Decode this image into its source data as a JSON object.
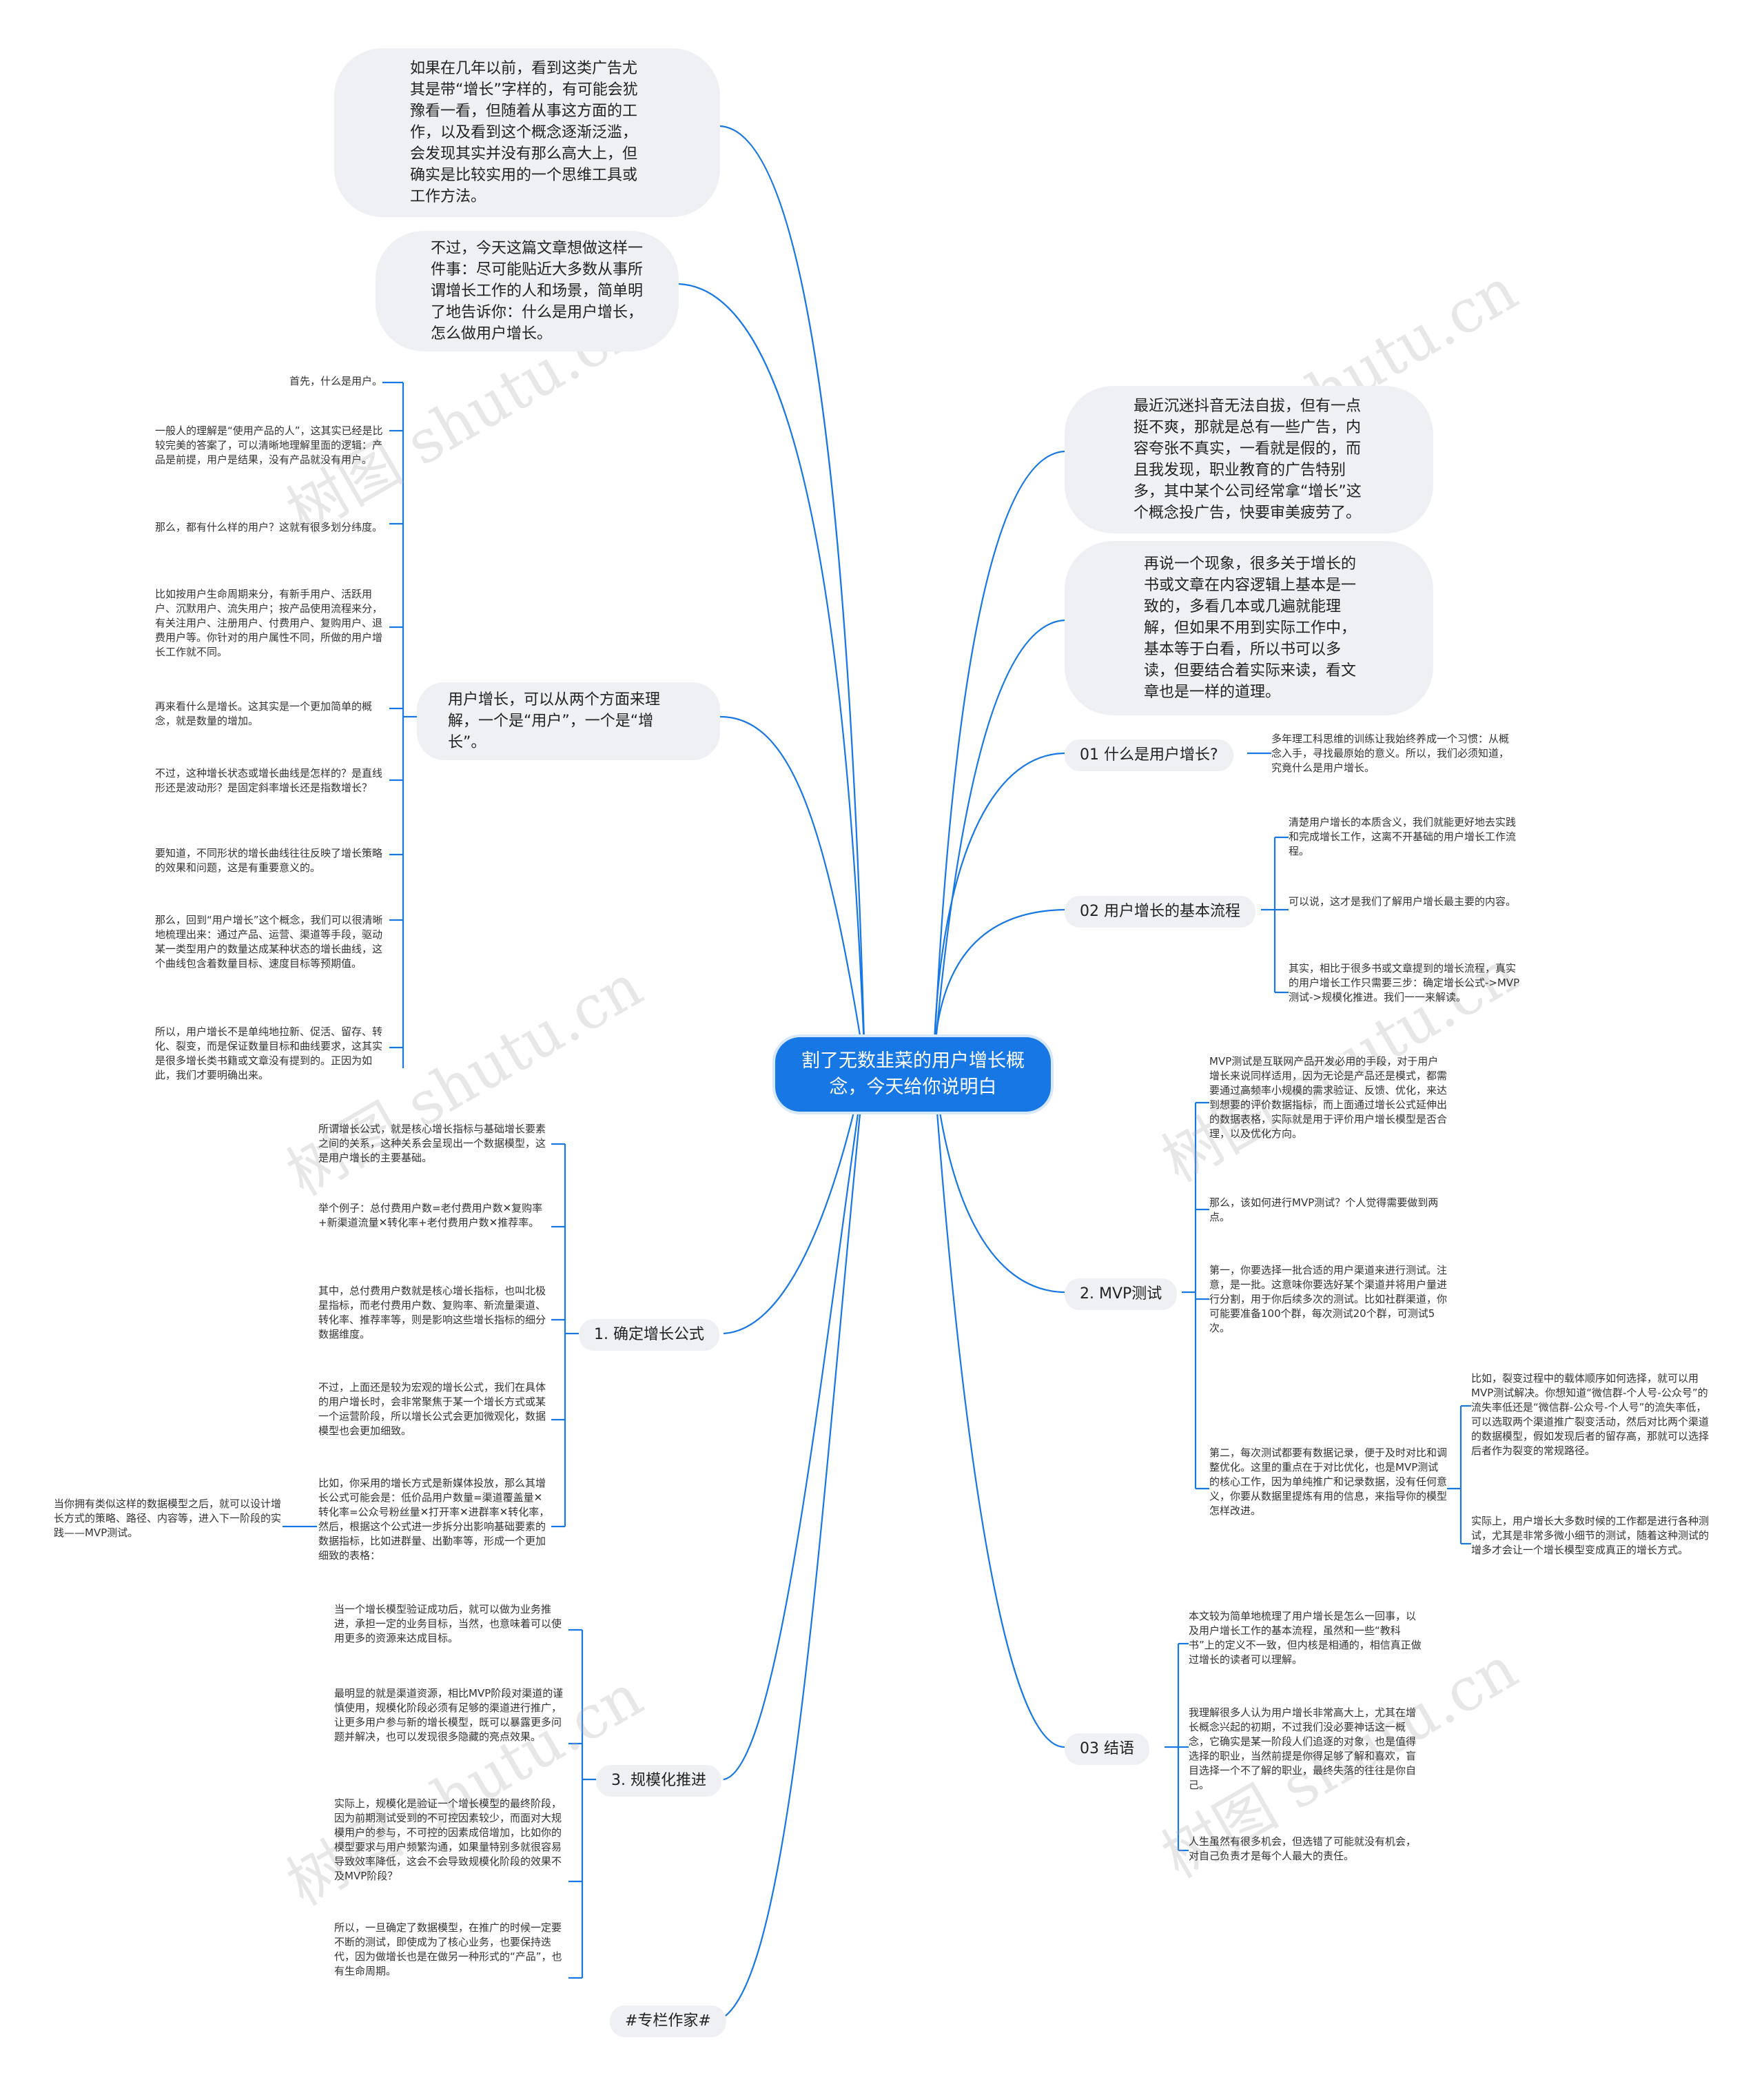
{
  "root": {
    "title": "割了无数韭菜的用户增长概念，今天给你说明白"
  },
  "watermarks": [
    "树图 shutu.cn",
    "树图 shutu.cn",
    "树图 shutu.cn",
    "树图 shutu.cn",
    "树图 shutu.cn",
    "树图 shutu.cn"
  ],
  "left_bubbles": [
    "如果在几年以前，看到这类广告尤其是带“增长”字样的，有可能会犹豫看一看，但随着从事这方面的工作，以及看到这个概念逐渐泛滥，会发现其实并没有那么高大上，但确实是比较实用的一个思维工具或工作方法。",
    "不过，今天这篇文章想做这样一件事：尽可能贴近大多数从事所谓增长工作的人和场景，简单明了地告诉你：什么是用户增长，怎么做用户增长。"
  ],
  "right_bubbles": [
    "最近沉迷抖音无法自拔，但有一点挺不爽，那就是总有一些广告，内容夸张不真实，一看就是假的，而且我发现，职业教育的广告特别多，其中某个公司经常拿“增长”这个概念投广告，快要审美疲劳了。",
    "再说一个现象，很多关于增长的书或文章在内容逻辑上基本是一致的，多看几本或几遍就能理解，但如果不用到实际工作中，基本等于白看，所以书可以多读，但要结合着实际来读，看文章也是一样的道理。"
  ],
  "two_aspects": {
    "label": "用户增长，可以从两个方面来理解，一个是“用户”，一个是“增长”。",
    "leaves": [
      "首先，什么是用户。",
      "一般人的理解是“使用产品的人”，这其实已经是比较完美的答案了，可以清晰地理解里面的逻辑：产品是前提，用户是结果，没有产品就没有用户。",
      "那么，都有什么样的用户？这就有很多划分纬度。",
      "比如按用户生命周期来分，有新手用户、活跃用户、沉默用户、流失用户；按产品使用流程来分，有关注用户、注册用户、付费用户、复购用户、退费用户等。你针对的用户属性不同，所做的用户增长工作就不同。",
      "再来看什么是增长。这其实是一个更加简单的概念，就是数量的增加。",
      "不过，这种增长状态或增长曲线是怎样的？是直线形还是波动形？是固定斜率增长还是指数增长？",
      "要知道，不同形状的增长曲线往往反映了增长策略的效果和问题，这是有重要意义的。",
      "那么，回到“用户增长”这个概念，我们可以很清晰地梳理出来：通过产品、运营、渠道等手段，驱动某一类型用户的数量达成某种状态的增长曲线，这个曲线包含着数量目标、速度目标等预期值。",
      "所以，用户增长不是单纯地拉新、促活、留存、转化、裂变，而是保证数量目标和曲线要求，这其实是很多增长类书籍或文章没有提到的。正因为如此，我们才要明确出来。"
    ]
  },
  "formula": {
    "label": "1. 确定增长公式",
    "leaves": [
      "所谓增长公式，就是核心增长指标与基础增长要素之间的关系，这种关系会呈现出一个数据模型，这是用户增长的主要基础。",
      "举个例子：总付费用户数=老付费用户数✕复购率+新渠道流量✕转化率+老付费用户数✕推荐率。",
      "其中，总付费用户数就是核心增长指标，也叫北极星指标，而老付费用户数、复购率、新流量渠道、转化率、推荐率等，则是影响这些增长指标的细分数据维度。",
      "不过，上面还是较为宏观的增长公式，我们在具体的用户增长时，会非常聚焦于某一个增长方式或某一个运营阶段，所以增长公式会更加微观化，数据模型也会更加细致。",
      "比如，你采用的增长方式是新媒体投放，那么其增长公式可能会是：低价品用户数量=渠道覆盖量✕转化率=公众号粉丝量✕打开率✕进群率✕转化率，然后，根据这个公式进一步拆分出影响基础要素的数据指标，比如进群量、出勤率等，形成一个更加细致的表格："
    ],
    "sub_leaf": "当你拥有类似这样的数据模型之后，就可以设计增长方式的策略、路径、内容等，进入下一阶段的实践——MVP测试。"
  },
  "scale": {
    "label": "3. 规模化推进",
    "leaves": [
      "当一个增长模型验证成功后，就可以做为业务推进，承担一定的业务目标，当然，也意味着可以使用更多的资源来达成目标。",
      "最明显的就是渠道资源，相比MVP阶段对渠道的谨慎使用，规模化阶段必须有足够的渠道进行推广，让更多用户参与新的增长模型，既可以暴露更多问题并解决，也可以发现很多隐藏的亮点效果。",
      "实际上，规模化是验证一个增长模型的最终阶段，因为前期测试受到的不可控因素较少，而面对大规模用户的参与，不可控的因素成倍增加，比如你的模型要求与用户频繁沟通，如果量特别多就很容易导致效率降低，这会不会导致规模化阶段的效果不及MVP阶段？",
      "所以，一旦确定了数据模型，在推广的时候一定要不断的测试，即使成为了核心业务，也要保持迭代，因为做增长也是在做另一种形式的“产品”，也有生命周期。"
    ]
  },
  "author": {
    "label": "#专栏作家#"
  },
  "what_is": {
    "label": "01 什么是用户增长?",
    "leaves": [
      "多年理工科思维的训练让我始终养成一个习惯：从概念入手，寻找最原始的意义。所以，我们必须知道，究竟什么是用户增长。"
    ]
  },
  "basic_flow": {
    "label": "02 用户增长的基本流程",
    "leaves": [
      "清楚用户增长的本质含义，我们就能更好地去实践和完成增长工作，这离不开基础的用户增长工作流程。",
      "可以说，这才是我们了解用户增长最主要的内容。",
      "其实，相比于很多书或文章提到的增长流程，真实的用户增长工作只需要三步：确定增长公式->MVP测试->规模化推进。我们一一来解读。"
    ]
  },
  "mvp": {
    "label": "2. MVP测试",
    "leaves": [
      "MVP测试是互联网产品开发必用的手段，对于用户增长来说同样适用，因为无论是产品还是模式，都需要通过高频率小规模的需求验证、反馈、优化，来达到想要的评价数据指标，而上面通过增长公式延伸出的数据表格，实际就是用于评价用户增长模型是否合理，以及优化方向。",
      "那么，该如何进行MVP测试？个人觉得需要做到两点。",
      "第一，你要选择一批合适的用户渠道来进行测试。注意，是一批。这意味你要选好某个渠道并将用户量进行分割，用于你后续多次的测试。比如社群渠道，你可能要准备100个群，每次测试20个群，可测试5次。",
      "第二，每次测试都要有数据记录，便于及时对比和调整优化。这里的重点在于对比优化，也是MVP测试的核心工作，因为单纯推广和记录数据，没有任何意义，你要从数据里提炼有用的信息，来指导你的模型怎样改进。"
    ],
    "sub_leaves": [
      "比如，裂变过程中的载体顺序如何选择，就可以用MVP测试解决。你想知道“微信群-个人号-公众号”的流失率低还是“微信群-公众号-个人号”的流失率低，可以选取两个渠道推广裂变活动，然后对比两个渠道的数据模型，假如发现后者的留存高，那就可以选择后者作为裂变的常规路径。",
      "实际上，用户增长大多数时候的工作都是进行各种测试，尤其是非常多微小细节的测试，随着这种测试的增多才会让一个增长模型变成真正的增长方式。"
    ]
  },
  "conclusion": {
    "label": "03 结语",
    "leaves": [
      "本文较为简单地梳理了用户增长是怎么一回事，以及用户增长工作的基本流程，虽然和一些“教科书”上的定义不一致，但内核是相通的，相信真正做过增长的读者可以理解。",
      "我理解很多人认为用户增长非常高大上，尤其在增长概念兴起的初期，不过我们没必要神话这一概念，它确实是某一阶段人们追逐的对象，也是值得选择的职业，当然前提是你得足够了解和喜欢，盲目选择一个不了解的职业，最终失落的往往是你自己。",
      "人生虽然有很多机会，但选错了可能就没有机会，对自己负责才是每个人最大的责任。"
    ]
  },
  "colors": {
    "root": "#1677e5",
    "line": "#1677e5",
    "bubble": "#eef0f3",
    "text": "#333333"
  }
}
